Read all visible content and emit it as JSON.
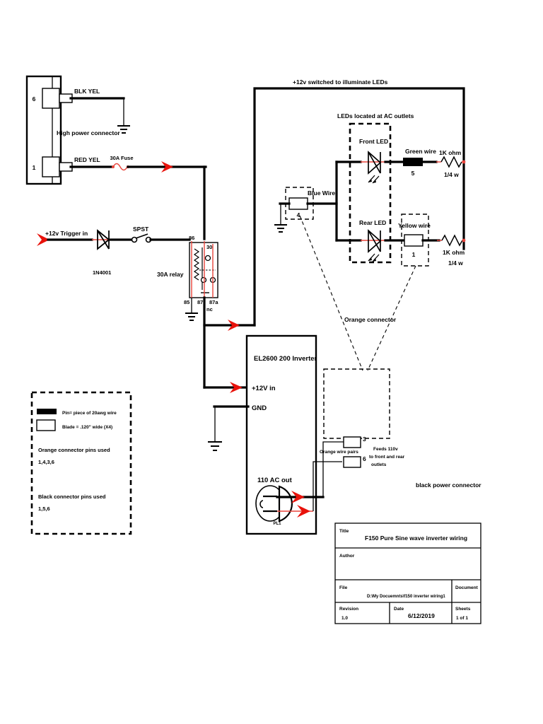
{
  "document": {
    "title": "F150 Pure Sine wave inverter wiring",
    "type": "electrical-wiring-diagram"
  },
  "high_power_connector": {
    "label": "High power connector",
    "pin_top": "6",
    "pin_bottom": "1",
    "wire_top_label": "BLK YEL",
    "wire_bottom_label": "RED YEL"
  },
  "fuse": {
    "label": "30A Fuse"
  },
  "trigger": {
    "input_label": "+12v Trigger in",
    "diode_label": "1N4001",
    "switch_label": "SPST"
  },
  "relay": {
    "label": "30A relay",
    "pin_86": "86",
    "pin_30": "30",
    "pin_85": "85",
    "pin_87": "87",
    "pin_87a": "87a",
    "nc_label": "nc"
  },
  "led_section": {
    "top_rail_label": "+12v switched to illuminate LEDs",
    "group_label": "LEDs located at AC outlets",
    "front_led": "Front LED",
    "rear_led": "Rear LED",
    "blue_wire_label": "Blue Wire",
    "blue_wire_pin": "4",
    "green_wire_label": "Green wire",
    "green_wire_pin": "5",
    "yellow_wire_label": "Yellow wire",
    "yellow_wire_pin": "1",
    "resistor_top_value": "1K ohm",
    "resistor_top_watt": "1/4 w",
    "resistor_bottom_value": "1K ohm",
    "resistor_bottom_watt": "1/4 w"
  },
  "inverter": {
    "model_label": "EL2600 200 Inverter",
    "input_label": "+12V in",
    "gnd_label": "GND",
    "ac_out_label": "110 AC out",
    "outlet_ref": "PL1"
  },
  "orange_connector": {
    "label": "Orange connector",
    "pairs_label": "Orange wire pairs",
    "pin_top": "3",
    "pin_bottom": "6",
    "feeds_note": "Feeds 110v\nto front and rear\noutlets",
    "feeds_line1": "Feeds 110v",
    "feeds_line2": "to front and rear",
    "feeds_line3": "outlets"
  },
  "black_power_connector": {
    "label": "black power connector"
  },
  "legend": {
    "pin_note": "Pin= piece of 20awg wire",
    "blade_note": "Blade = .120\" wide  (X4)",
    "orange_heading": "Orange connector pins used",
    "orange_pins": "1,4,3,6",
    "black_heading": "Black connector pins used",
    "black_pins": "1,5,6"
  },
  "title_block": {
    "title_label": "Title",
    "title_value": "F150 Pure Sine wave inverter wiring",
    "author_label": "Author",
    "author_value": "",
    "file_label": "File",
    "file_value": "D:\\My Docuemnts\\f150 inverter wiring1",
    "document_label": "Document",
    "document_value": "",
    "revision_label": "Revision",
    "revision_value": "1.0",
    "date_label": "Date",
    "date_value": "6/12/2019",
    "sheets_label": "Sheets",
    "sheets_value": "1 of 1"
  },
  "colors": {
    "wire_black": "#000000",
    "arrow_red": "#e8120b",
    "accent_red": "#e8453c",
    "background": "#ffffff"
  }
}
